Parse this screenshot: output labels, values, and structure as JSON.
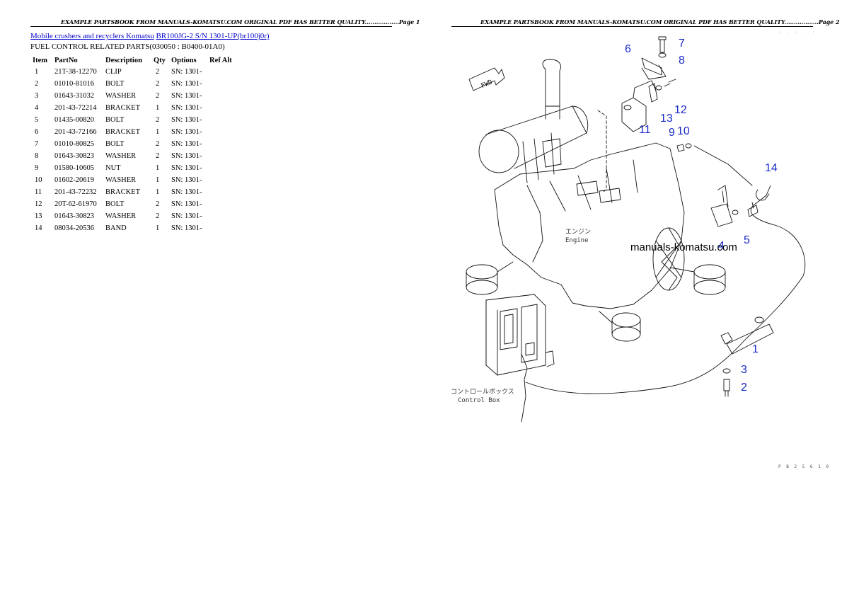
{
  "page1": {
    "header": "EXAMPLE PARTSBOOK FROM MANUALS-KOMATSU.COM ORIGINAL PDF HAS BETTER QUALITY..................Page 1",
    "breadcrumb": {
      "category": "Mobile crushers and recyclers Komatsu",
      "model": "BR100JG-2 S/N 1301-UP(br100j0r)"
    },
    "section_title": "FUEL CONTROL RELATED PARTS(030050 : B0400-01A0)",
    "table": {
      "headers": [
        "Item",
        "PartNo",
        "Description",
        "Qty",
        "Options",
        "Ref Alt"
      ],
      "rows": [
        [
          "1",
          "21T-38-12270",
          "CLIP",
          "2",
          "SN: 1301-",
          ""
        ],
        [
          "2",
          "01010-81016",
          "BOLT",
          "2",
          "SN: 1301-",
          ""
        ],
        [
          "3",
          "01643-31032",
          "WASHER",
          "2",
          "SN: 1301-",
          ""
        ],
        [
          "4",
          "201-43-72214",
          "BRACKET",
          "1",
          "SN: 1301-",
          ""
        ],
        [
          "5",
          "01435-00820",
          "BOLT",
          "2",
          "SN: 1301-",
          ""
        ],
        [
          "6",
          "201-43-72166",
          "BRACKET",
          "1",
          "SN: 1301-",
          ""
        ],
        [
          "7",
          "01010-80825",
          "BOLT",
          "2",
          "SN: 1301-",
          ""
        ],
        [
          "8",
          "01643-30823",
          "WASHER",
          "2",
          "SN: 1301-",
          ""
        ],
        [
          "9",
          "01580-10605",
          "NUT",
          "1",
          "SN: 1301-",
          ""
        ],
        [
          "10",
          "01602-20619",
          "WASHER",
          "1",
          "SN: 1301-",
          ""
        ],
        [
          "11",
          "201-43-72232",
          "BRACKET",
          "1",
          "SN: 1301-",
          ""
        ],
        [
          "12",
          "20T-62-61970",
          "BOLT",
          "2",
          "SN: 1301-",
          ""
        ],
        [
          "13",
          "01643-30823",
          "WASHER",
          "2",
          "SN: 1301-",
          ""
        ],
        [
          "14",
          "08034-20536",
          "BAND",
          "1",
          "SN: 1301-",
          ""
        ]
      ]
    }
  },
  "page2": {
    "header": "EXAMPLE PARTSBOOK FROM MANUALS-KOMATSU.COM ORIGINAL PDF HAS BETTER QUALITY..................Page 2",
    "diagram": {
      "watermark": "manuals-komatsu.com",
      "fwd_label": "FWD",
      "engine_label_jp": "エンジン",
      "engine_label_en": "Engine",
      "control_box_label_jp": "コントロールボックス",
      "control_box_label_en": "Control Box",
      "callouts": [
        "1",
        "2",
        "3",
        "4",
        "5",
        "6",
        "7",
        "8",
        "9",
        "10",
        "11",
        "12",
        "13",
        "14"
      ],
      "callout_color": "#1a2ac8",
      "ref_code": "P B 2 5 6 1 0"
    }
  }
}
